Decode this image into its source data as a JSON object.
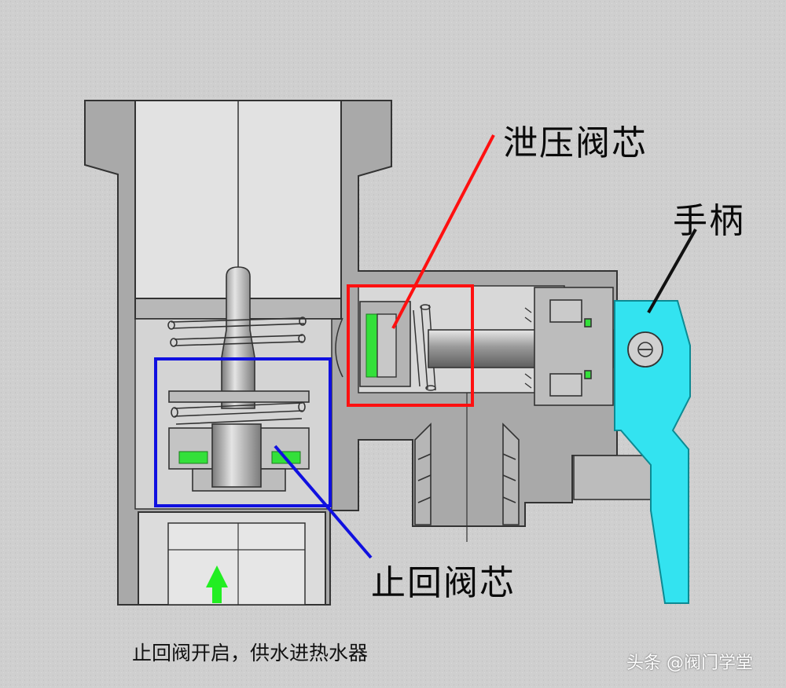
{
  "labels": {
    "relief_valve_core": "泄压阀芯",
    "handle": "手柄",
    "check_valve_core": "止回阀芯"
  },
  "caption": "止回阀开启，供水进热水器",
  "watermark": "头条 @阀门学堂",
  "colors": {
    "background": "#cfcfcf",
    "body_metal": "#a9a9a9",
    "body_outline": "#333333",
    "seal_green": "#33e03a",
    "handle_cyan": "#33e3f0",
    "relief_box": "#ff1010",
    "check_box": "#1010e0",
    "flow_arrow": "#22ee22"
  },
  "icons": [
    "flow-up-arrow-icon",
    "screw-head-icon"
  ]
}
